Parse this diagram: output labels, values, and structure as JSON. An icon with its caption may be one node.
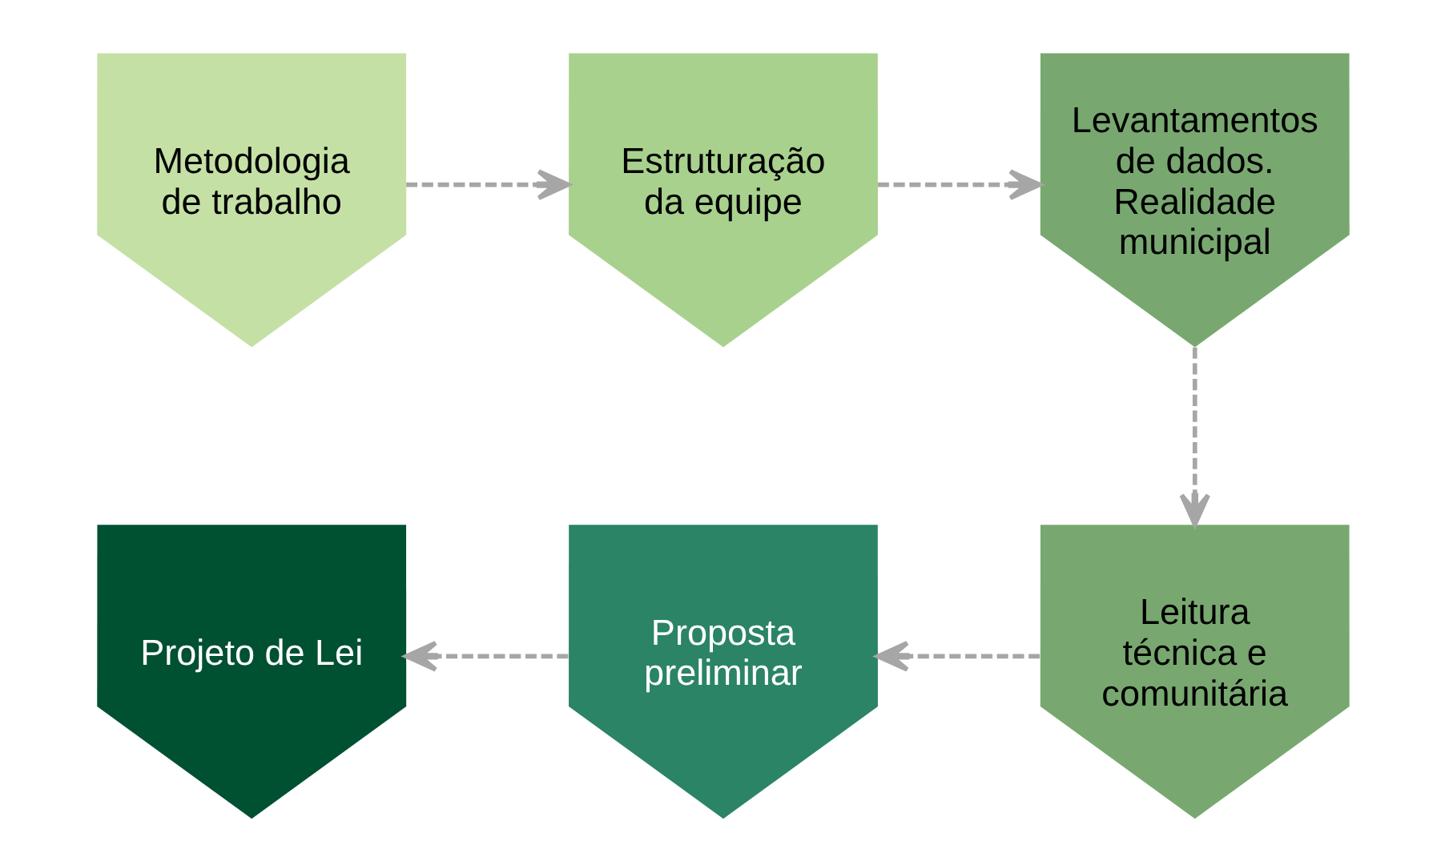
{
  "diagram": {
    "nodes": [
      {
        "text": [
          "Metodologia de trabalho"
        ]
      },
      {
        "text": [
          "Estruturação da equipe"
        ]
      },
      {
        "text": [
          "Levantamentos de dados. Realidade municipal"
        ]
      },
      {
        "text": [
          "Leitura técnica e comunitária"
        ]
      },
      {
        "text": [
          "Proposta preliminar"
        ]
      },
      {
        "text": [
          "Projeto de Lei"
        ]
      }
    ],
    "edges": [
      {
        "from": 0,
        "to": 1,
        "arrow": "to",
        "style": "dashed"
      },
      {
        "from": 1,
        "to": 2,
        "arrow": "to",
        "style": "dashed"
      },
      {
        "from": 2,
        "to": 3,
        "arrow": "to",
        "style": "dashed"
      },
      {
        "from": 3,
        "to": 4,
        "arrow": "to",
        "style": "dashed"
      },
      {
        "from": 4,
        "to": 5,
        "arrow": "to",
        "style": "dashed"
      }
    ]
  }
}
